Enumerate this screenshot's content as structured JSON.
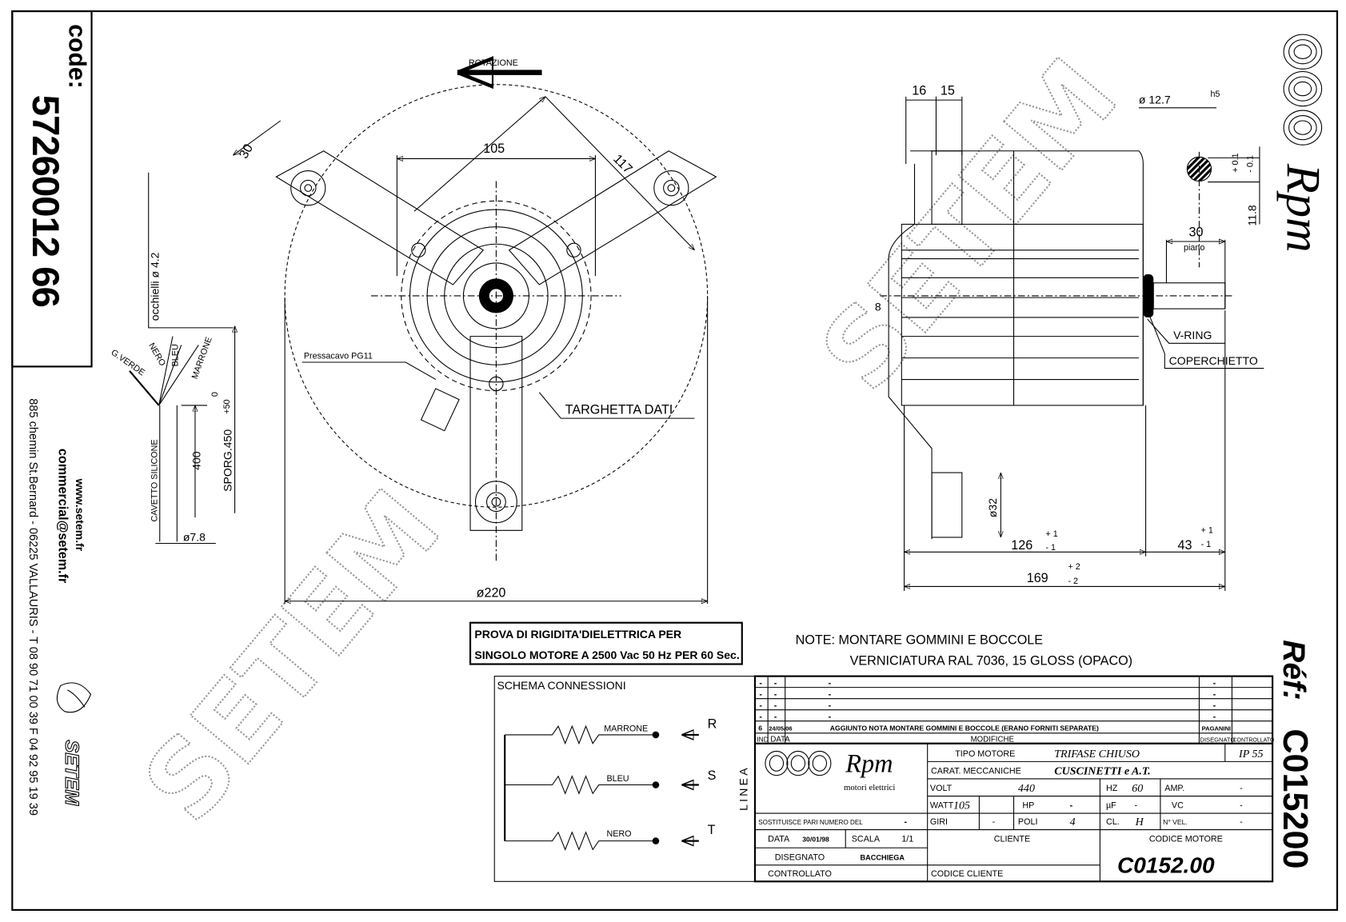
{
  "sidebar": {
    "code_label": "code:",
    "code_value": "57260012 66",
    "website": "www.setem.fr",
    "email": "commercial@setem.fr",
    "address": "885 chemin St.Bernard - 06225 VALLAURIS - T 08 90 71 00 39  F 04 92 95 19 39",
    "brand": "SETEM"
  },
  "ref": {
    "label": "Réf:",
    "value": "C015200"
  },
  "brand_logo": {
    "name": "Rpm",
    "subtitle": "motori elettrici"
  },
  "watermark": "SETEM",
  "cable": {
    "eyelets": "occhielli ø 4.2",
    "wires": [
      "G.VERDE",
      "NERO",
      "BLEU",
      "MARRONE"
    ],
    "cable_type": "CAVETTO SILICONE",
    "length_inner": "400",
    "length_outer": "SPORG.450",
    "tol_plus": "+50",
    "tol_zero": "0",
    "diameter": "ø7.8"
  },
  "front_view": {
    "rotation": "ROTAZIONE",
    "dim_105": "105",
    "dim_117": "117",
    "dim_30": "30",
    "dim_220": "ø220",
    "cable_gland": "Pressacavo PG11",
    "nameplate": "TARGHETTA DATI"
  },
  "side_view": {
    "dim_16": "16",
    "dim_15": "15",
    "shaft_dia": "ø 12.7",
    "shaft_tol": "h5",
    "flat_tol_plus": "+ 0.1",
    "flat_tol_minus": "- 0.1",
    "flat_dim": "11.8",
    "flat_length": "30",
    "flat_label": "piano",
    "dim_8": "8",
    "v_ring": "V-RING",
    "cover": "COPERCHIETTO",
    "dim_32": "ø32",
    "dim_126": "126",
    "dim_43": "43",
    "dim_169": "169",
    "tol_p1": "+ 1",
    "tol_m1": "- 1",
    "tol_p2": "+ 2",
    "tol_m2": "- 2"
  },
  "test_box": {
    "line1": "PROVA DI RIGIDITA'DIELETTRICA PER",
    "line2": "SINGOLO MOTORE A 2500 Vac 50 Hz PER 60 Sec."
  },
  "notes": {
    "line1": "NOTE: MONTARE GOMMINI E BOCCOLE",
    "line2": "VERNICIATURA RAL 7036, 15 GLOSS (OPACO)"
  },
  "schema": {
    "title": "SCHEMA CONNESSIONI",
    "line_label": "LINEA",
    "phases": [
      {
        "wire": "MARRONE",
        "phase": "R"
      },
      {
        "wire": "BLEU",
        "phase": "S"
      },
      {
        "wire": "NERO",
        "phase": "T"
      }
    ]
  },
  "revisions": {
    "rows": [
      {
        "ind": "-",
        "data": "-",
        "mod": "-",
        "dis": "-"
      },
      {
        "ind": "-",
        "data": "-",
        "mod": "-",
        "dis": "-"
      },
      {
        "ind": "-",
        "data": "-",
        "mod": "-",
        "dis": "-"
      },
      {
        "ind": "-",
        "data": "-",
        "mod": "-",
        "dis": "-"
      },
      {
        "ind": "6",
        "data": "24/05/06",
        "mod": "AGGIUNTO NOTA MONTARE GOMMINI E BOCCOLE (ERANO FORNITI SEPARATE)",
        "dis": "PAGANINI"
      }
    ],
    "headers": {
      "ind": "IND",
      "data": "DATA",
      "mod": "MODIFICHE",
      "dis": "DISEGNATO",
      "ctrl": "CONTROLLATO"
    }
  },
  "title_block": {
    "tipo_motore_label": "TIPO MOTORE",
    "tipo_motore": "TRIFASE CHIUSO",
    "ip": "IP 55",
    "carat_label": "CARAT. MECCANICHE",
    "carat": "CUSCINETTI e A.T.",
    "volt_label": "VOLT",
    "volt": "440",
    "hz_label": "HZ",
    "hz": "60",
    "amp_label": "AMP.",
    "amp": "-",
    "watt_label": "WATT",
    "watt": "105",
    "hp_label": "HP",
    "hp": "-",
    "uf_label": "µF",
    "uf": "-",
    "vc_label": "VC",
    "vc": "-",
    "giri_label": "GIRI",
    "giri": "-",
    "poli_label": "POLI",
    "poli": "4",
    "cl_label": "CL.",
    "cl": "H",
    "nvel_label": "N° VEL.",
    "nvel": "-",
    "sostituisce_label": "SOSTITUISCE PARI NUMERO DEL",
    "sostituisce": "-",
    "data_label": "DATA",
    "data": "30/01/98",
    "scala_label": "SCALA",
    "scala": "1/1",
    "disegnato_label": "DISEGNATO",
    "disegnato": "BACCHIEGA",
    "controllato_label": "CONTROLLATO",
    "cliente_label": "CLIENTE",
    "codice_cliente_label": "CODICE CLIENTE",
    "codice_motore_label": "CODICE MOTORE",
    "codice_motore": "C0152.00"
  }
}
